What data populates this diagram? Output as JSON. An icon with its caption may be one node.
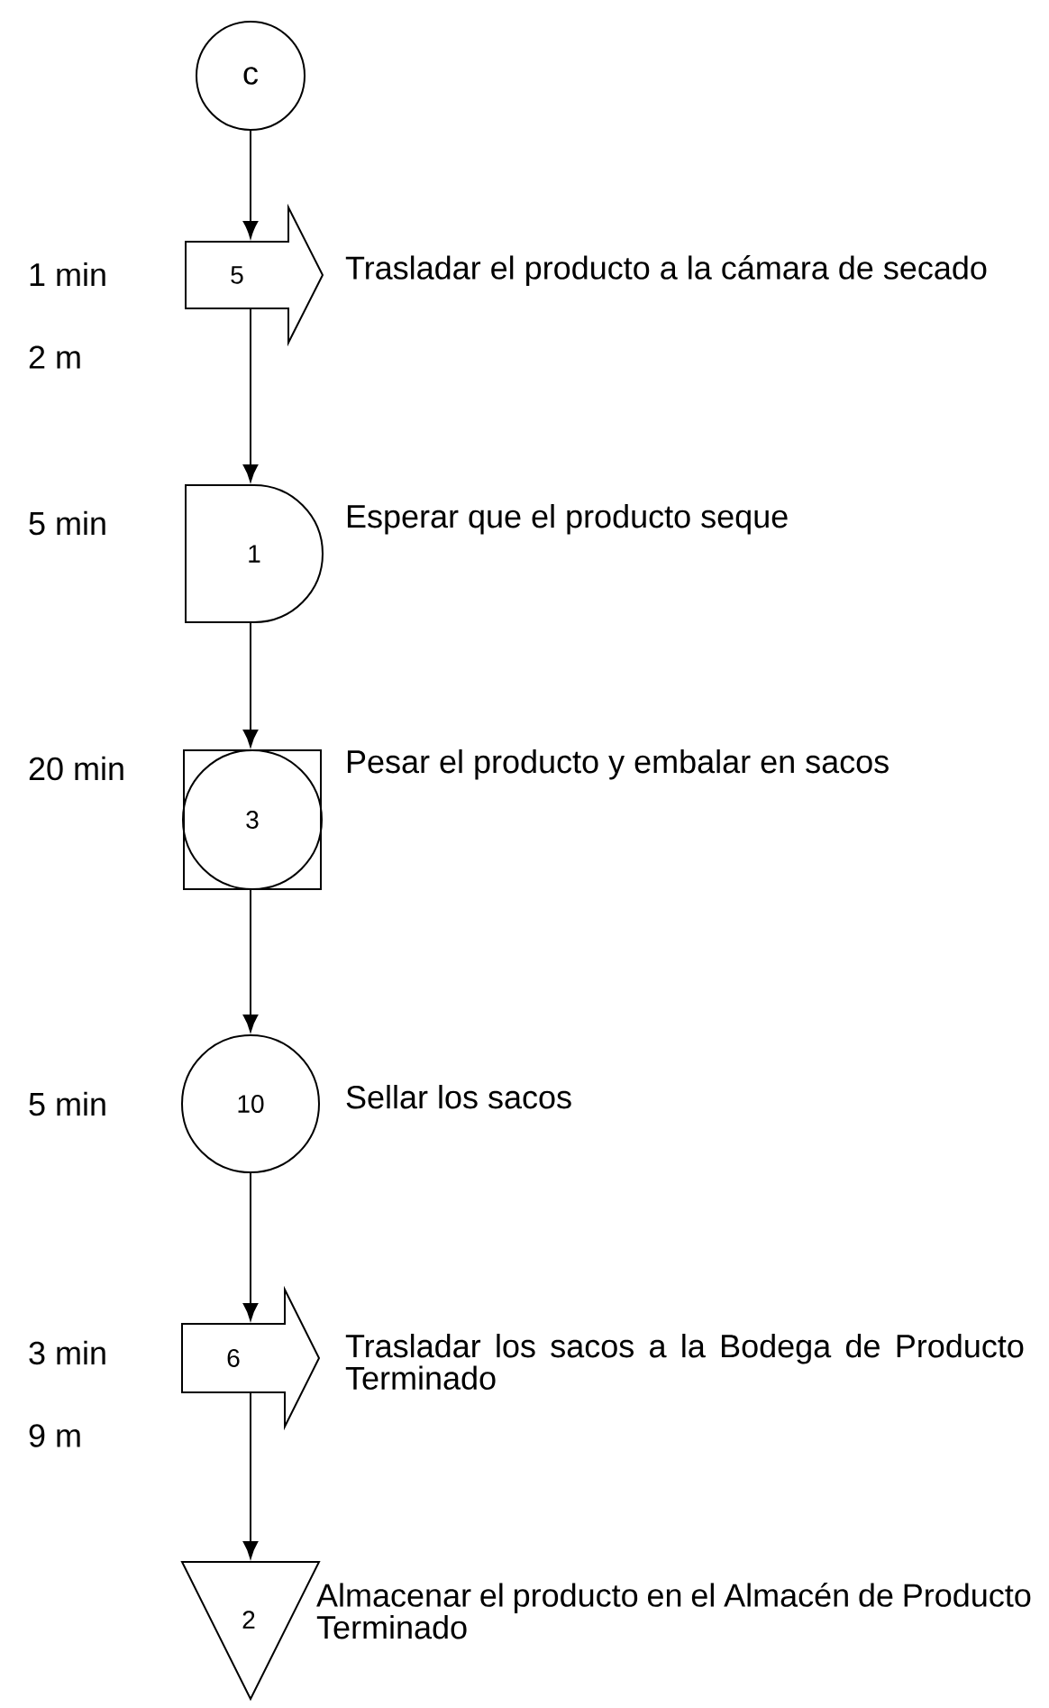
{
  "diagram": {
    "nodes": [
      {
        "text": [
          "c"
        ]
      },
      {
        "text": [
          "5"
        ],
        "beside": [
          "1 min",
          "2 m",
          "Trasladar el producto a la cámara de secado"
        ]
      },
      {
        "text": [
          "1"
        ],
        "beside": [
          "5 min",
          "Esperar que el producto seque"
        ]
      },
      {
        "text": [
          "3"
        ],
        "beside": [
          "20 min",
          "Pesar el producto y embalar en sacos"
        ]
      },
      {
        "text": [
          "10"
        ],
        "beside": [
          "5 min",
          "Sellar los sacos"
        ]
      },
      {
        "text": [
          "6"
        ],
        "beside": [
          "3 min",
          "9 m",
          "Trasladar los sacos a la Bodega de Producto Terminado"
        ]
      },
      {
        "text": [
          "2"
        ],
        "beside": [
          "Almacenar el producto en el Almacén de Producto Terminado"
        ]
      }
    ],
    "edges": [
      {
        "from": 0,
        "to": 1,
        "arrow": "to"
      },
      {
        "from": 1,
        "to": 2,
        "arrow": "to"
      },
      {
        "from": 2,
        "to": 3,
        "arrow": "to"
      },
      {
        "from": 3,
        "to": 4,
        "arrow": "to"
      },
      {
        "from": 4,
        "to": 5,
        "arrow": "to"
      },
      {
        "from": 5,
        "to": 6,
        "arrow": "to"
      }
    ]
  }
}
